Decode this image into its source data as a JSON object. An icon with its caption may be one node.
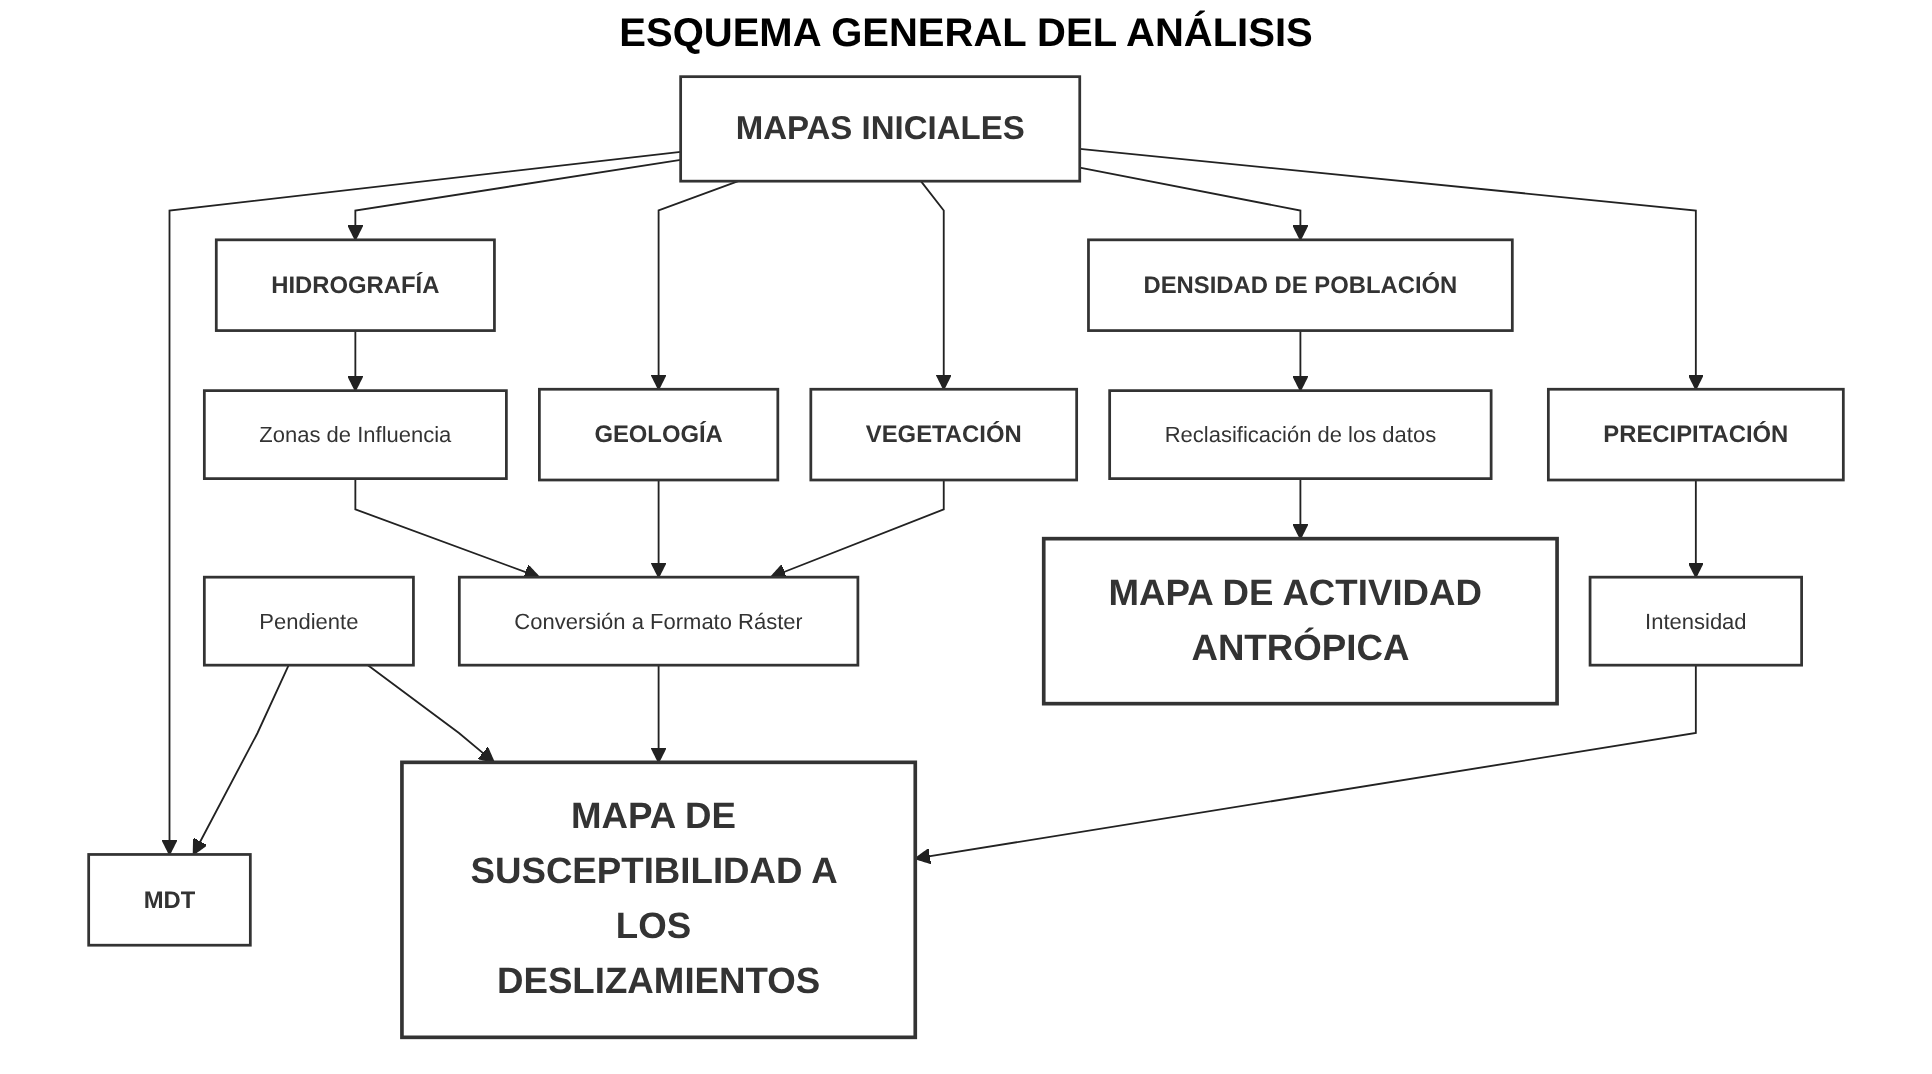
{
  "diagram": {
    "title": "ESQUEMA GENERAL DEL ANÁLISIS",
    "nodes": [
      {
        "text": [
          "MAPAS INICIALES"
        ]
      },
      {
        "text": [
          "MDT"
        ]
      },
      {
        "text": [
          "HIDROGRAFÍA"
        ]
      },
      {
        "text": [
          "GEOLOGÍA"
        ]
      },
      {
        "text": [
          "VEGETACIÓN"
        ]
      },
      {
        "text": [
          "PRECIPITACIÓN"
        ]
      },
      {
        "text": [
          "DENSIDAD DE POBLACIÓN"
        ]
      },
      {
        "text": [
          "Pendiente"
        ]
      },
      {
        "text": [
          "Zonas de Influencia"
        ]
      },
      {
        "text": [
          "Intensidad"
        ]
      },
      {
        "text": [
          "Reclasificación de los datos"
        ]
      },
      {
        "text": [
          "Conversión a Formato Ráster"
        ]
      },
      {
        "text": [
          "MAPA DE SUSCEPTIBILIDAD A LOS DESLIZAMIENTOS"
        ]
      },
      {
        "text": [
          "MAPA DE ACTIVIDAD ANTRÓPICA"
        ]
      }
    ],
    "edges": [
      {
        "from": 0,
        "to": 1,
        "arrow": "to"
      },
      {
        "from": 0,
        "to": 2,
        "arrow": "to"
      },
      {
        "from": 0,
        "to": 3,
        "arrow": "to"
      },
      {
        "from": 0,
        "to": 4,
        "arrow": "to"
      },
      {
        "from": 0,
        "to": 5,
        "arrow": "to"
      },
      {
        "from": 0,
        "to": 6,
        "arrow": "to"
      },
      {
        "from": 7,
        "to": 1,
        "arrow": "to"
      },
      {
        "from": 2,
        "to": 8,
        "arrow": "to"
      },
      {
        "from": 5,
        "to": 9,
        "arrow": "to"
      },
      {
        "from": 6,
        "to": 10,
        "arrow": "to"
      },
      {
        "from": 8,
        "to": 11,
        "arrow": "to"
      },
      {
        "from": 3,
        "to": 11,
        "arrow": "to"
      },
      {
        "from": 4,
        "to": 11,
        "arrow": "to"
      },
      {
        "from": 7,
        "to": 12,
        "arrow": "to"
      },
      {
        "from": 11,
        "to": 12,
        "arrow": "to"
      },
      {
        "from": 9,
        "to": 12,
        "arrow": "to"
      },
      {
        "from": 10,
        "to": 13,
        "arrow": "to"
      }
    ]
  }
}
